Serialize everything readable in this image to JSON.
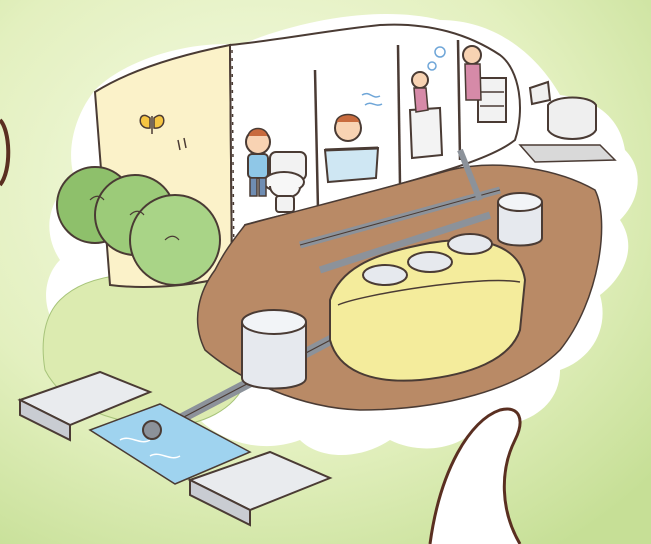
{
  "illustration": {
    "kind": "septic-tank-household-drainage",
    "colors": {
      "background_light": "#eef6c9",
      "background_dark": "#cfe6a0",
      "soil": "#b98a66",
      "tank": "#f4ec9c",
      "manhole": "#e6e9ee",
      "pipe": "#8c929a",
      "wall": "#fbf2c9",
      "water": "#9fd3ef",
      "bush": "#8ec06b",
      "outline": "#4a3b34"
    },
    "elements": [
      "house-cutaway",
      "toilet",
      "child",
      "bath",
      "washing-machine",
      "kitchen",
      "air-blower",
      "septic-tank",
      "manholes",
      "drain-pipes",
      "discharge-channel",
      "bushes",
      "butterfly"
    ]
  }
}
